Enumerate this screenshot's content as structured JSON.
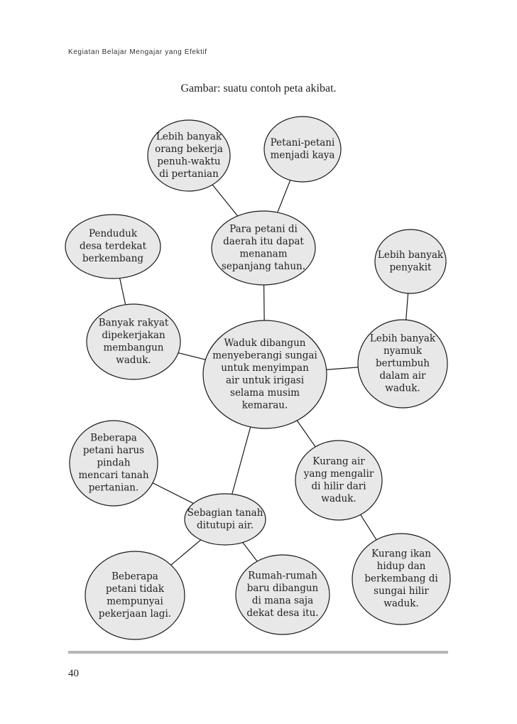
{
  "running_head": "Kegiatan Belajar Mengajar yang Efektif",
  "caption": "Gambar: suatu contoh peta akibat.",
  "nodes": [
    {
      "id": "more-fulltime-farmworkers",
      "lines": [
        "Lebih banyak",
        "orang bekerja",
        "penuh-waktu",
        "di pertanian"
      ]
    },
    {
      "id": "farmers-rich",
      "lines": [
        "Petani-petani",
        "menjadi kaya"
      ]
    },
    {
      "id": "year-round-planting",
      "lines": [
        "Para petani di",
        "daerah itu dapat",
        "menanam",
        "sepanjang tahun."
      ]
    },
    {
      "id": "nearby-village-grows",
      "lines": [
        "Penduduk",
        "desa terdekat",
        "berkembang"
      ]
    },
    {
      "id": "more-disease",
      "lines": [
        "Lebih banyak",
        "penyakit"
      ]
    },
    {
      "id": "many-people-employed",
      "lines": [
        "Banyak rakyat",
        "dipekerjakan",
        "membangun",
        "waduk."
      ]
    },
    {
      "id": "dam-built",
      "lines": [
        "Waduk dibangun",
        "menyeberangi sungai",
        "untuk menyimpan",
        "air untuk irigasi",
        "selama musim",
        "kemarau."
      ]
    },
    {
      "id": "more-mosquitoes",
      "lines": [
        "Lebih banyak",
        "nyamuk",
        "bertumbuh",
        "dalam air",
        "waduk."
      ]
    },
    {
      "id": "farmers-relocate",
      "lines": [
        "Beberapa",
        "petani harus",
        "pindah",
        "mencari tanah",
        "pertanian."
      ]
    },
    {
      "id": "less-water-downstream",
      "lines": [
        "Kurang air",
        "yang mengalir",
        "di hilir dari",
        "waduk."
      ]
    },
    {
      "id": "land-flooded",
      "lines": [
        "Sebagian tanah",
        "ditutupi air."
      ]
    },
    {
      "id": "fewer-fish",
      "lines": [
        "Kurang ikan",
        "hidup dan",
        "berkembang di",
        "sungai hilir",
        "waduk."
      ]
    },
    {
      "id": "farmers-jobless",
      "lines": [
        "Beberapa",
        "petani tidak",
        "mempunyai",
        "pekerjaan lagi."
      ]
    },
    {
      "id": "new-houses",
      "lines": [
        "Rumah-rumah",
        "baru dibangun",
        "di mana saja",
        "dekat desa itu."
      ]
    }
  ],
  "edges": [
    {
      "from": "more-fulltime-farmworkers",
      "to": "year-round-planting"
    },
    {
      "from": "farmers-rich",
      "to": "year-round-planting"
    },
    {
      "from": "year-round-planting",
      "to": "dam-built"
    },
    {
      "from": "nearby-village-grows",
      "to": "many-people-employed"
    },
    {
      "from": "many-people-employed",
      "to": "dam-built"
    },
    {
      "from": "more-disease",
      "to": "more-mosquitoes"
    },
    {
      "from": "more-mosquitoes",
      "to": "dam-built"
    },
    {
      "from": "dam-built",
      "to": "less-water-downstream"
    },
    {
      "from": "dam-built",
      "to": "land-flooded"
    },
    {
      "from": "less-water-downstream",
      "to": "fewer-fish"
    },
    {
      "from": "farmers-relocate",
      "to": "land-flooded"
    },
    {
      "from": "land-flooded",
      "to": "farmers-jobless"
    },
    {
      "from": "land-flooded",
      "to": "new-houses"
    }
  ],
  "page_number": "40"
}
